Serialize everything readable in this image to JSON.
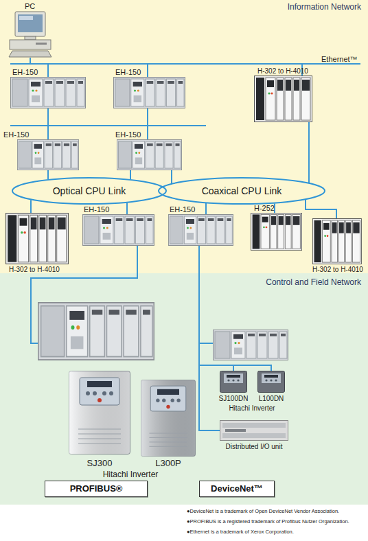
{
  "diagram": {
    "nodes": [
      {
        "text": [
          "Information Network"
        ]
      },
      {
        "text": [
          "PC"
        ],
        "in": 0
      },
      {
        "text": [
          "EH-150"
        ],
        "in": 0
      },
      {
        "text": [
          "EH-150"
        ],
        "in": 0
      },
      {
        "text": [
          "H-302 to H-4010"
        ],
        "in": 0
      },
      {
        "text": [
          "EH-150"
        ],
        "in": 0
      },
      {
        "text": [
          "EH-150"
        ],
        "in": 0
      },
      {
        "text": [
          "Optical CPU Link"
        ],
        "in": 0
      },
      {
        "text": [
          "Coaxical CPU Link"
        ],
        "in": 0
      },
      {
        "text": [
          "H-302 to H-4010"
        ],
        "in": 0
      },
      {
        "text": [
          "EH-150"
        ],
        "in": 0
      },
      {
        "text": [
          "EH-150"
        ],
        "in": 0
      },
      {
        "text": [
          "H-252"
        ],
        "in": 0
      },
      {
        "text": [
          "H-302 to H-4010"
        ],
        "in": 0
      },
      {
        "text": [
          "Control and Field Network"
        ]
      },
      {
        "text": [
          "SJ300"
        ],
        "in": 14
      },
      {
        "text": [
          "L300P"
        ],
        "in": 14
      },
      {
        "text": [
          "SJ100DN"
        ],
        "in": 14
      },
      {
        "text": [
          "L100DN"
        ],
        "in": 14
      },
      {
        "text": [
          "Distributed I/O unit"
        ],
        "in": 14
      },
      {
        "text": [
          "PROFIBUS®"
        ],
        "in": 14
      },
      {
        "text": [
          "DeviceNet™"
        ],
        "in": 14
      }
    ],
    "edges": [
      {
        "from": 5,
        "to": 7,
        "arrow": "none"
      },
      {
        "from": 6,
        "to": 7,
        "arrow": "none"
      },
      {
        "from": 6,
        "to": 8,
        "arrow": "none"
      },
      {
        "from": 4,
        "to": 8,
        "arrow": "none"
      },
      {
        "from": 7,
        "to": 9,
        "arrow": "none"
      },
      {
        "from": 7,
        "to": 10,
        "arrow": "none"
      },
      {
        "from": 8,
        "to": 11,
        "arrow": "none"
      },
      {
        "from": 8,
        "to": 12,
        "arrow": "none"
      },
      {
        "from": 8,
        "to": 13,
        "arrow": "none"
      },
      {
        "from": 11,
        "to": 17,
        "arrow": "none"
      },
      {
        "from": 11,
        "to": 18,
        "arrow": "none"
      },
      {
        "from": 11,
        "to": 19,
        "arrow": "none"
      }
    ],
    "labels": [
      "Ethernet™",
      "Hitachi Inverter",
      "Hitachi Inverter",
      "●DeviceNet is a trademark of Open DeviceNet Vendor Association.",
      "●PROFIBUS is a registered trademark of Profibus Nutzer Organization.",
      "●Ethernet is a trademark of Xerox Corporation."
    ]
  }
}
